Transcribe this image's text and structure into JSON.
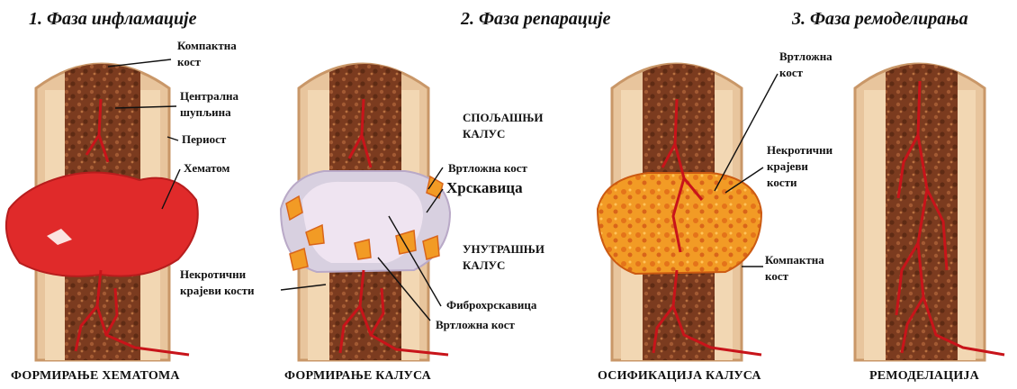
{
  "phases": [
    {
      "title": "1. Фаза инфламације",
      "caption": "ФОРМИРАЊЕ ХЕМАТОМА"
    },
    {
      "title": "2. Фаза репарације",
      "caption": "ФОРМИРАЊЕ КАЛУСА"
    },
    {
      "caption": "ОСИФИКАЦИЈА КАЛУСА"
    },
    {
      "title": "3. Фаза ремоделирања",
      "caption": "РЕМОДЕЛАЦИЈА"
    }
  ],
  "labels": {
    "compact_bone_1a": "Компактна",
    "compact_bone_1b": "кост",
    "central_cavity_a": "Централна",
    "central_cavity_b": "шупљина",
    "periosteum": "Периост",
    "hematoma": "Хематом",
    "external_callus_a": "СПОЉАШЊИ",
    "external_callus_b": "КАЛУС",
    "spongy_bone_1": "Вртложна кост",
    "cartilage": "Хрскавица",
    "internal_callus_a": "УНУТРАШЊИ",
    "internal_callus_b": "КАЛУС",
    "necrotic_ends_1a": "Некротични",
    "necrotic_ends_1b": "крајеви кости",
    "fibrocartilage": "Фиброхрскавица",
    "spongy_bone_2": "Вртложна кост",
    "spongy_bone_3a": "Вртложна",
    "spongy_bone_3b": "кост",
    "necrotic_ends_2a": "Некротични",
    "necrotic_ends_2b": "крајеви",
    "necrotic_ends_2c": "кости",
    "compact_bone_2a": "Компактна",
    "compact_bone_2b": "кост"
  },
  "colors": {
    "bone_outer": "#e8c59d",
    "bone_edge": "#c99768",
    "marrow": "#7b3b1f",
    "hematoma": "#e02a2a",
    "vessel": "#c8141a",
    "cartilage": "#e9dcec",
    "spongy": "#f29b25"
  }
}
